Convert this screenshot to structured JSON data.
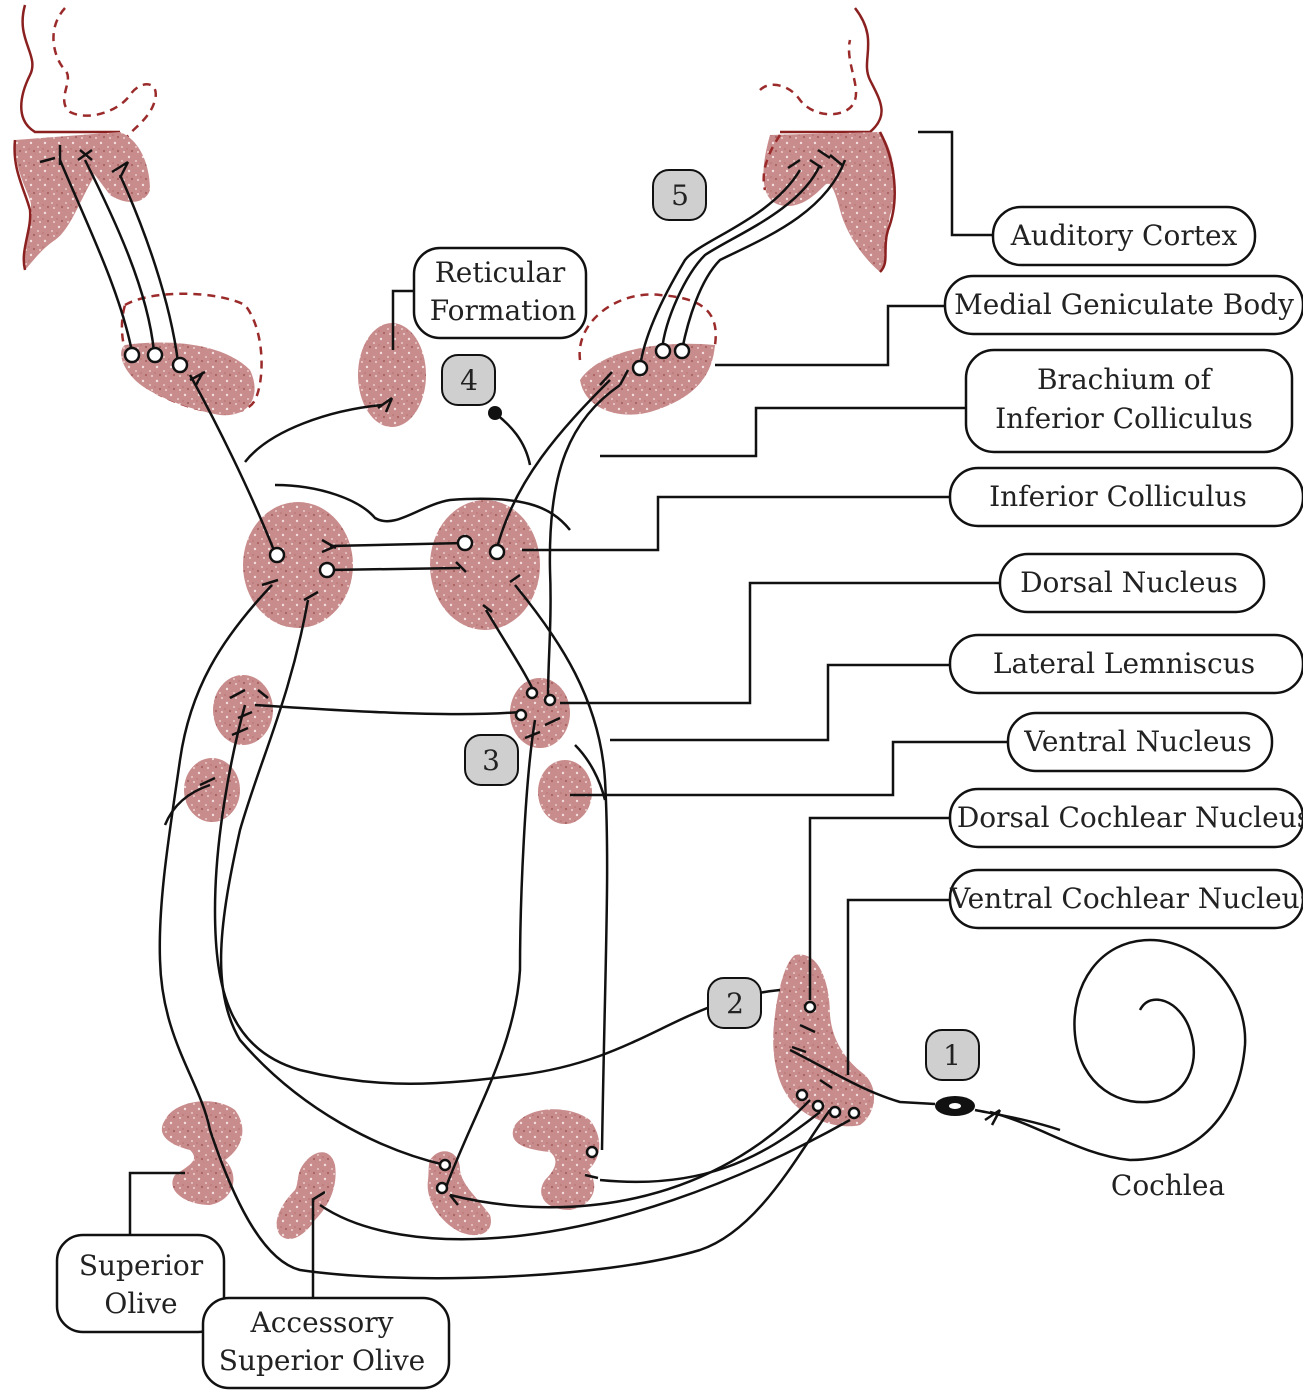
{
  "labels": {
    "auditory_cortex": "Auditory Cortex",
    "medial_geniculate_body": "Medial Geniculate Body",
    "brachium_line1": "Brachium of",
    "brachium_line2": "Inferior Colliculus",
    "inferior_colliculus": "Inferior Colliculus",
    "dorsal_nucleus": "Dorsal Nucleus",
    "lateral_lemniscus": "Lateral Lemniscus",
    "ventral_nucleus": "Ventral Nucleus",
    "dorsal_cochlear_nucleus": "Dorsal Cochlear Nucleus",
    "ventral_cochlear_nucleus": "Ventral Cochlear Nucleus",
    "reticular_line1": "Reticular",
    "reticular_line2": "Formation",
    "cochlea": "Cochlea",
    "superior_olive_line1": "Superior",
    "superior_olive_line2": "Olive",
    "accessory_line1": "Accessory",
    "accessory_line2": "Superior Olive"
  },
  "badges": [
    "1",
    "2",
    "3",
    "4",
    "5"
  ],
  "colors": {
    "nucleus_fill": "#c98a8a",
    "cortex_outline": "#8b2020",
    "badge_fill": "#cfcfcf"
  }
}
